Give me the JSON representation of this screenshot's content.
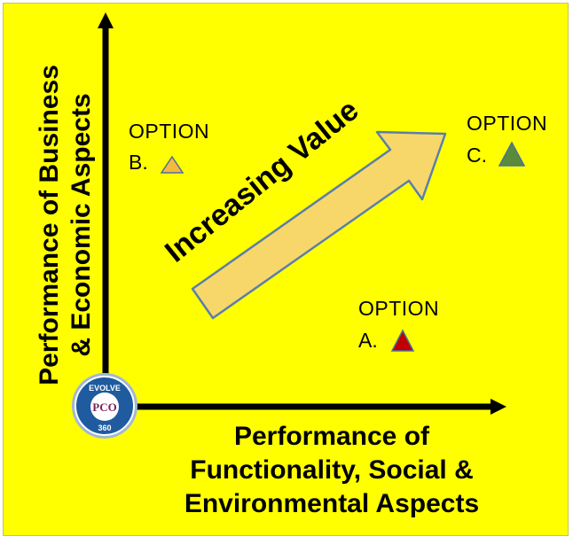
{
  "axes": {
    "y_label_line1": "Performance of Business",
    "y_label_line2": "& Economic  Aspects",
    "x_label_line1": "Performance of",
    "x_label_line2": "Functionality, Social &",
    "x_label_line3": "Environmental Aspects"
  },
  "arrow_text": "Increasing Value",
  "options": [
    {
      "word": "OPTION",
      "letter": "B.",
      "triangle_color": "#f6b93b"
    },
    {
      "word": "OPTION",
      "letter": "C.",
      "triangle_color": "#5b8a3a"
    },
    {
      "word": "OPTION",
      "letter": "A.",
      "triangle_color": "#c00000"
    }
  ],
  "logo": {
    "top": "EVOLVE",
    "bottom": "360",
    "monogram": "PCO"
  },
  "colors": {
    "background": "#ffff00",
    "arrow_fill": "#f8d76a",
    "arrow_stroke": "#5b7faa",
    "logo_blue": "#1f5b9e"
  }
}
